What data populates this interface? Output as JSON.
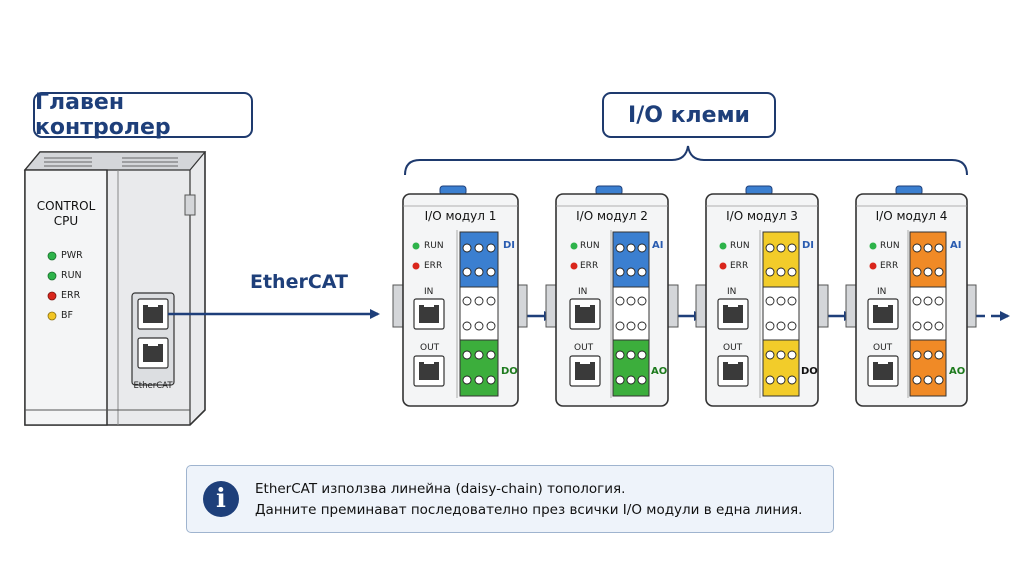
{
  "labels": {
    "main_controller": "Главен контролер",
    "io_terminals": "I/O клеми",
    "ethercat": "EtherCAT"
  },
  "controller": {
    "line1": "CONTROL",
    "line2": "CPU",
    "port_label": "EtherCAT",
    "leds": [
      {
        "label": "PWR",
        "color": "#2db34a"
      },
      {
        "label": "RUN",
        "color": "#2db34a"
      },
      {
        "label": "ERR",
        "color": "#d9261c"
      },
      {
        "label": "BF",
        "color": "#f2c524"
      }
    ]
  },
  "modules": [
    {
      "title": "I/O модул 1",
      "top_signal": "DI",
      "bottom_signal": "DO",
      "top_color": "#3b7fd0",
      "bottom_color": "#3cae3c"
    },
    {
      "title": "I/O модул 2",
      "top_signal": "AI",
      "bottom_signal": "AO",
      "top_color": "#3b7fd0",
      "bottom_color": "#3cae3c"
    },
    {
      "title": "I/O модул 3",
      "top_signal": "DI",
      "bottom_signal": "DO",
      "top_color": "#f2cc2a",
      "bottom_color": "#f2cc2a"
    },
    {
      "title": "I/O модул 4",
      "top_signal": "AI",
      "bottom_signal": "AO",
      "top_color": "#f08a26",
      "bottom_color": "#f08a26"
    }
  ],
  "module_labels": {
    "run": "RUN",
    "err": "ERR",
    "in": "IN",
    "out": "OUT"
  },
  "info": {
    "line1": "EtherCAT  използва линейна  (daisy-chain) топология.",
    "line2": "Данните преминават последователно през всички I/O модули в една линия."
  },
  "colors": {
    "accent": "#1e3f7a",
    "led_green": "#2db34a",
    "led_red": "#d9261c"
  }
}
